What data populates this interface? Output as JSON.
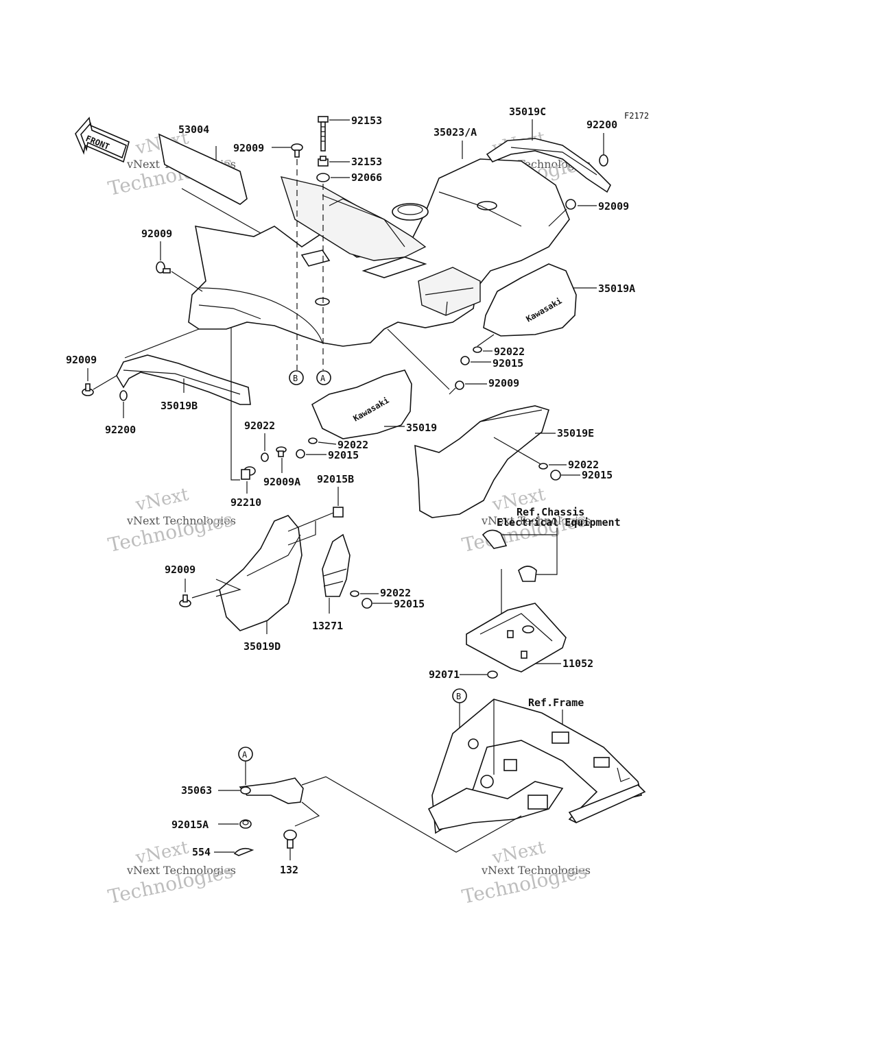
{
  "figure_code": "F2172",
  "front_label": "FRONT",
  "watermark": {
    "line1": "vNext",
    "line2": "vNext Technologies",
    "line3": "Technologies"
  },
  "brand_text": "Kawasaki",
  "markers": {
    "a": "A",
    "b": "B"
  },
  "refs": {
    "chassis_line1": "Ref.Chassis",
    "chassis_line2": "Electrical Equipment",
    "frame": "Ref.Frame"
  },
  "part_numbers": {
    "p53004": "53004",
    "p92009_top": "92009",
    "p92153": "92153",
    "p32153": "32153",
    "p92066": "92066",
    "p35023": "35023/A",
    "p35019C": "35019C",
    "p92200_top": "92200",
    "p92009_right": "92009",
    "p92009_left": "92009",
    "p35019A": "35019A",
    "p92022_a": "92022",
    "p92015_a": "92015",
    "p92009_b": "92009",
    "p92009_c": "92009",
    "p35019B": "35019B",
    "p92200_b": "92200",
    "p35019": "35019",
    "p92022_b": "92022",
    "p92015_b": "92015",
    "p92022_c": "92022",
    "p92009A": "92009A",
    "p92210": "92210",
    "p35019E": "35019E",
    "p92022_d": "92022",
    "p92015_d": "92015",
    "p92015B": "92015B",
    "p92009_d": "92009",
    "p92022_e": "92022",
    "p92015_e": "92015",
    "p13271": "13271",
    "p35019D": "35019D",
    "p11052": "11052",
    "p92071": "92071",
    "p35063": "35063",
    "p92015A": "92015A",
    "p554": "554",
    "p132": "132"
  }
}
